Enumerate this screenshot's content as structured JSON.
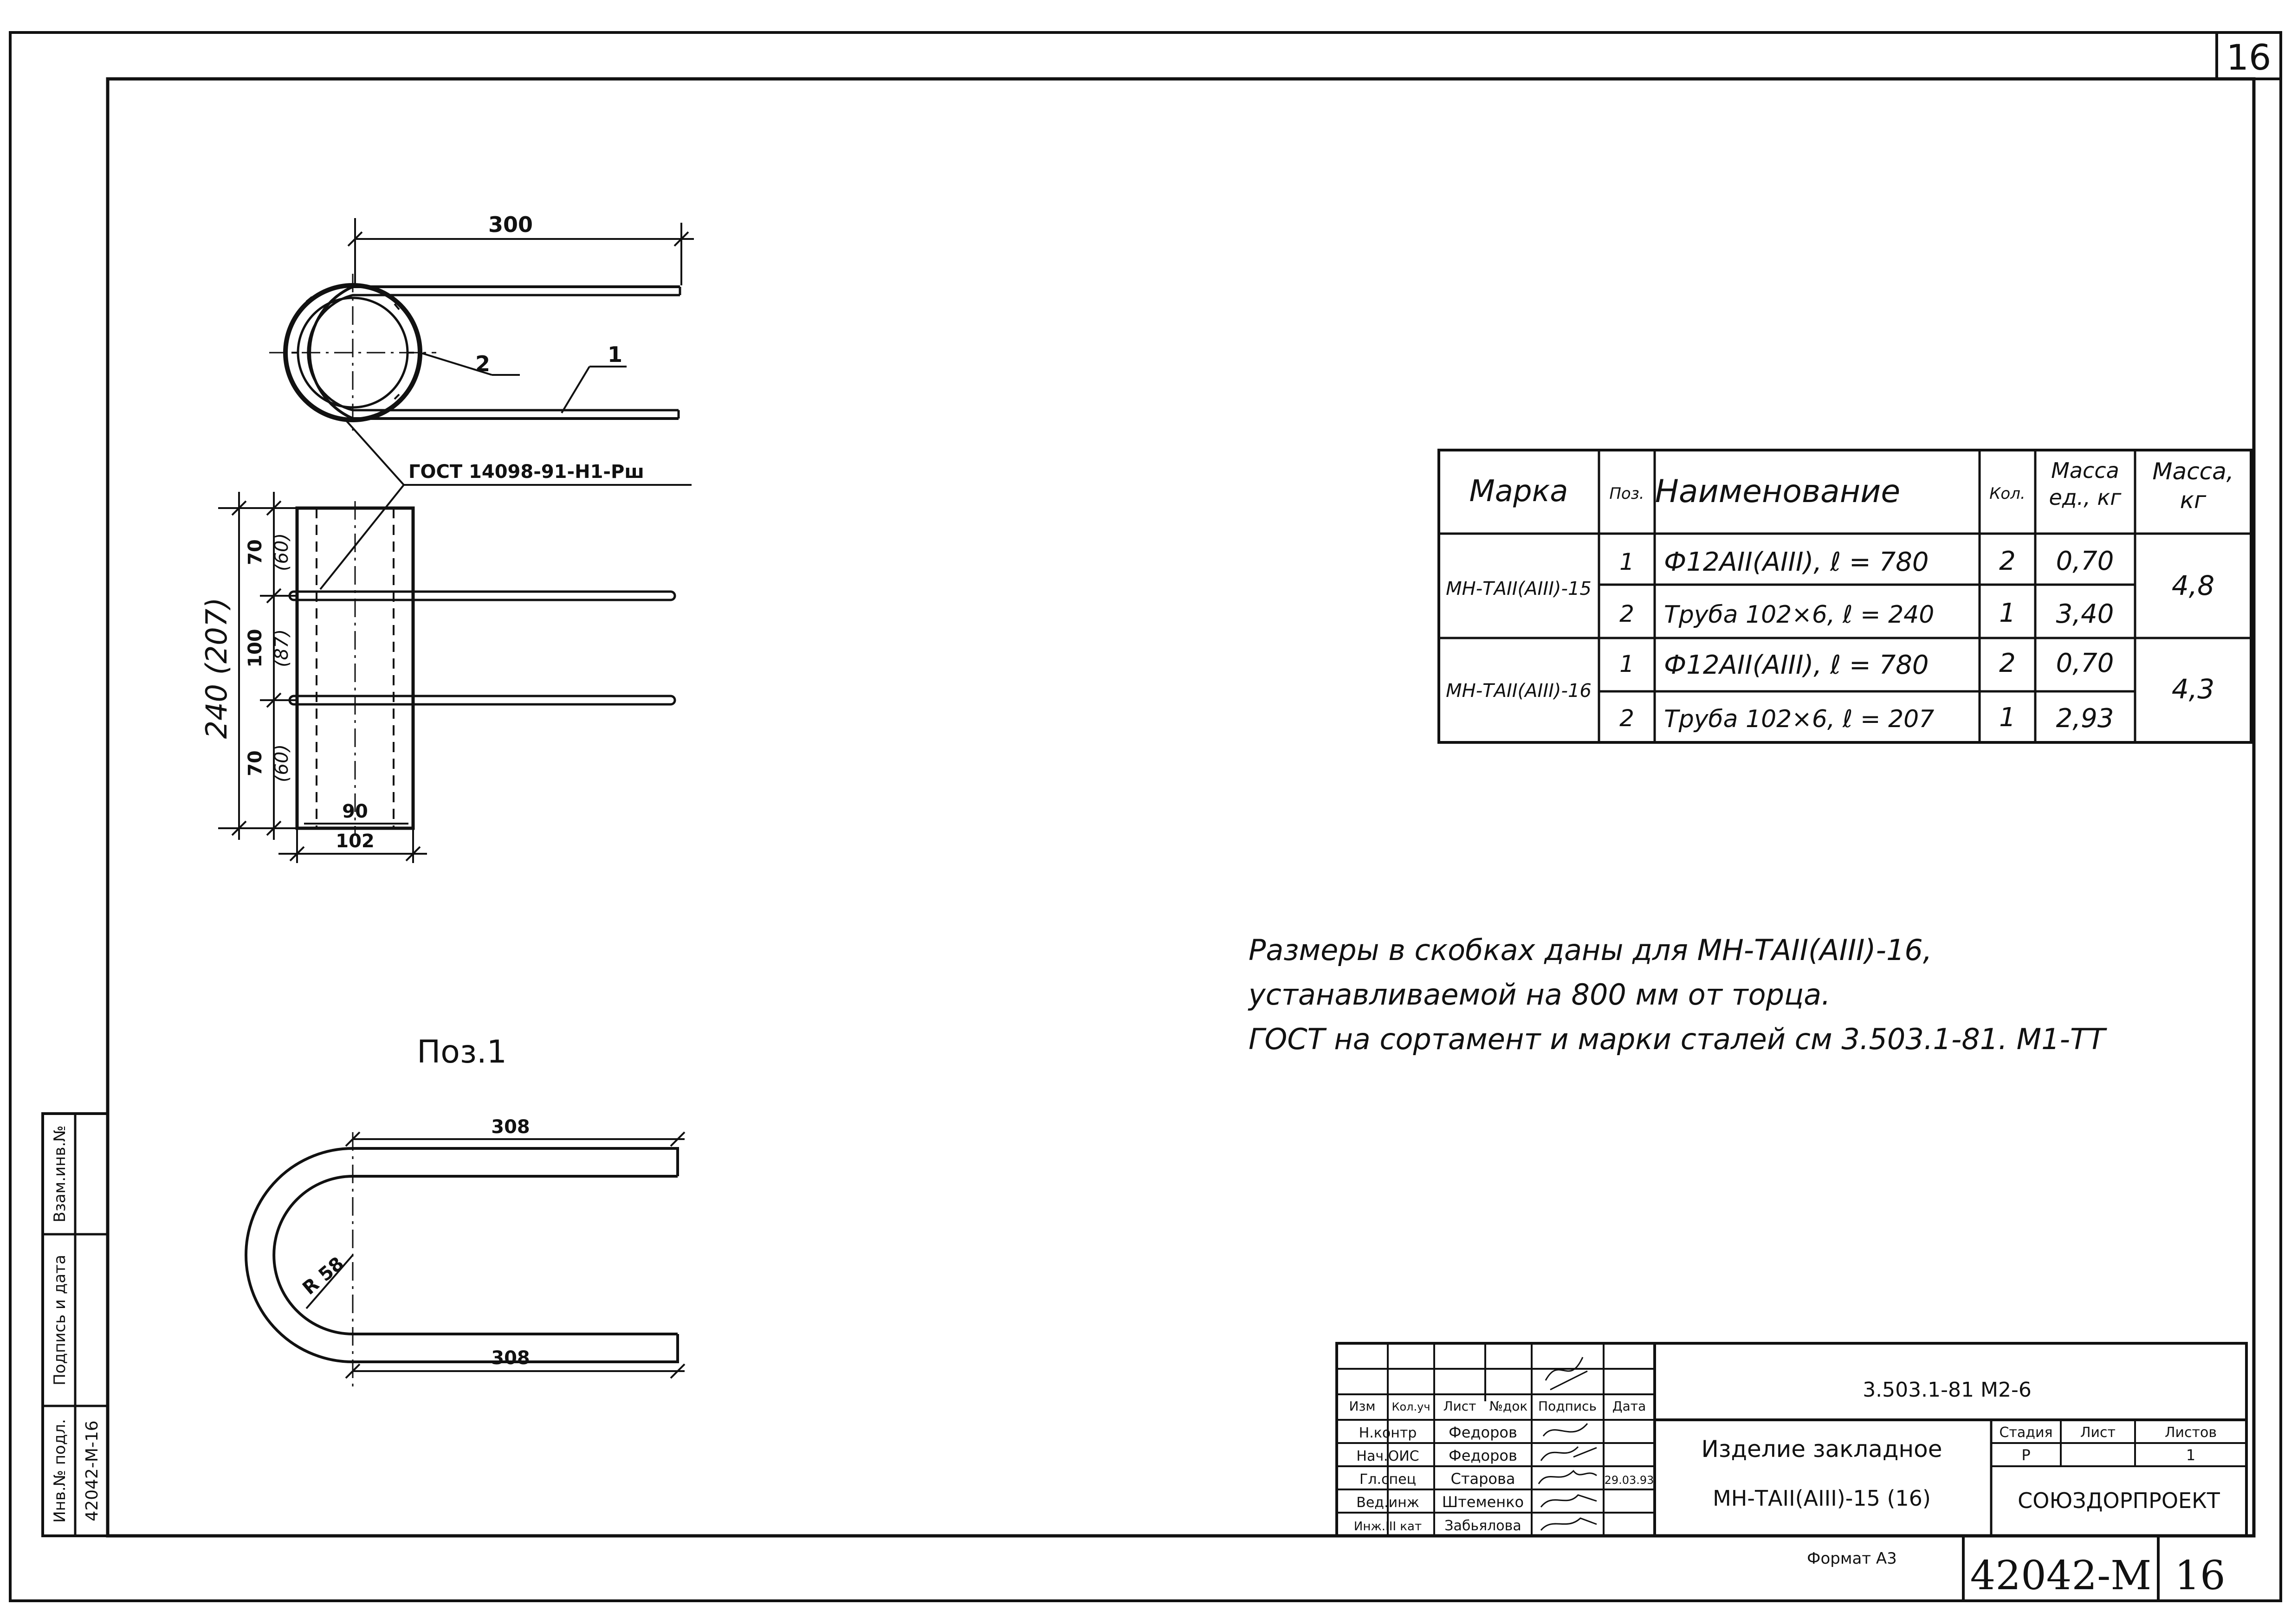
{
  "sheet_number": "16",
  "drawing": {
    "top_view": {
      "dim_length": "300",
      "leader_1": "1",
      "leader_2": "2",
      "weld_note": "ГОСТ 14098-91-Н1-Рш"
    },
    "side_view": {
      "height_total": "240 (207)",
      "segments": [
        {
          "value": "70",
          "alt": "(60)"
        },
        {
          "value": "100",
          "alt": "(87)"
        },
        {
          "value": "70",
          "alt": "(60)"
        }
      ],
      "width_inner": "90",
      "width_outer": "102"
    },
    "pos1": {
      "label": "Поз.1",
      "dim_top": "308",
      "dim_bottom": "308",
      "radius": "R 58"
    }
  },
  "spec_table": {
    "headers": [
      "Марка",
      "Поз.",
      "Наименование",
      "Кол.",
      "Масса ед., кг",
      "Масса, кг"
    ],
    "groups": [
      {
        "mark": "МН-ТАII(АIII)-15",
        "total_mass": "4,8",
        "rows": [
          {
            "pos": "1",
            "name": "Ф12АII(АIII), ℓ = 780",
            "qty": "2",
            "unit_mass": "0,70"
          },
          {
            "pos": "2",
            "name": "Труба 102×6, ℓ = 240",
            "qty": "1",
            "unit_mass": "3,40"
          }
        ]
      },
      {
        "mark": "МН-ТАII(АIII)-16",
        "total_mass": "4,3",
        "rows": [
          {
            "pos": "1",
            "name": "Ф12АII(АIII), ℓ = 780",
            "qty": "2",
            "unit_mass": "0,70"
          },
          {
            "pos": "2",
            "name": "Труба 102×6, ℓ = 207",
            "qty": "1",
            "unit_mass": "2,93"
          }
        ]
      }
    ]
  },
  "notes": [
    "Размеры в скобках даны для МН-ТАII(АIII)-16,",
    "устанавливаемой на 800 мм от торца.",
    "ГОСТ на сортамент и марки сталей см 3.503.1-81. М1-ТТ"
  ],
  "left_strip": {
    "labels": [
      "Инв.№ подл.",
      "Подпись и дата",
      "Взам.инв.№"
    ],
    "inv_number": "42042-М-16"
  },
  "title_block": {
    "code": "3.503.1-81 М2-6",
    "headers": [
      "Изм",
      "Кол.уч",
      "Лист",
      "№док",
      "Подпись",
      "Дата"
    ],
    "people": [
      {
        "role": "Н.контр",
        "name": "Федоров",
        "date": ""
      },
      {
        "role": "Нач.ОИС",
        "name": "Федоров",
        "date": ""
      },
      {
        "role": "Гл.спец",
        "name": "Старова",
        "date": "29.03.93"
      },
      {
        "role": "Вед.инж",
        "name": "Штеменко",
        "date": ""
      },
      {
        "role": "Инж.III кат",
        "name": "Забьялова",
        "date": ""
      }
    ],
    "product_title": "Изделие закладное",
    "product_mark": "МН-ТАII(АIII)-15 (16)",
    "stage_label": "Стадия",
    "sheet_label": "Лист",
    "sheets_label": "Листов",
    "stage": "Р",
    "sheets": "1",
    "org": "СОЮЗДОРПРОЕКТ",
    "format": "Формат А3",
    "archive_number": "42042-М",
    "archive_sheet": "16"
  }
}
